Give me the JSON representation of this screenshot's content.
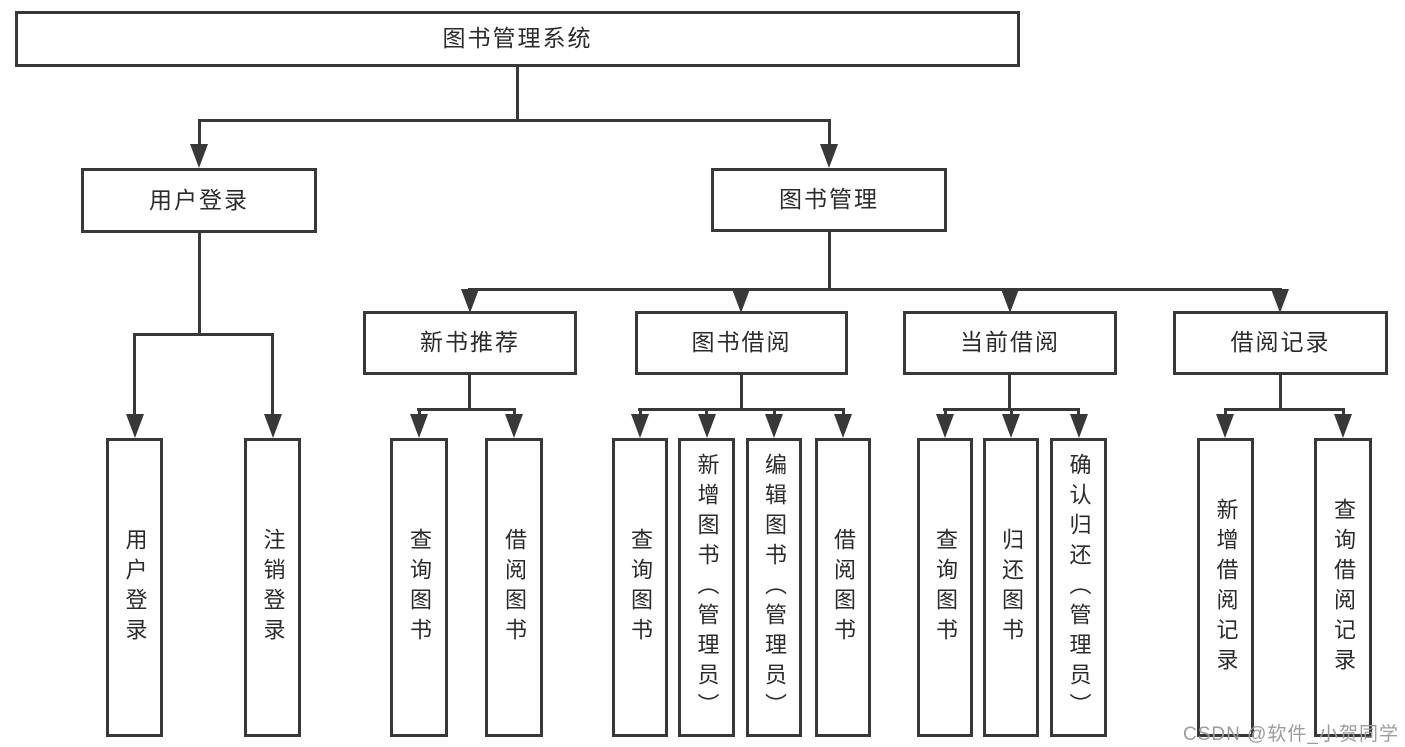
{
  "tree": {
    "root": {
      "label": "图书管理系统"
    },
    "branches": [
      {
        "label": "用户登录",
        "children": [
          {
            "label": "用户登录"
          },
          {
            "label": "注销登录"
          }
        ]
      },
      {
        "label": "图书管理",
        "children": [
          {
            "label": "新书推荐",
            "children": [
              {
                "label": "查询图书"
              },
              {
                "label": "借阅图书"
              }
            ]
          },
          {
            "label": "图书借阅",
            "children": [
              {
                "label": "查询图书"
              },
              {
                "label": "新增图书（管理员）"
              },
              {
                "label": "编辑图书（管理员）"
              },
              {
                "label": "借阅图书"
              }
            ]
          },
          {
            "label": "当前借阅",
            "children": [
              {
                "label": "查询图书"
              },
              {
                "label": "归还图书"
              },
              {
                "label": "确认归还（管理员）"
              }
            ]
          },
          {
            "label": "借阅记录",
            "children": [
              {
                "label": "新增借阅记录"
              },
              {
                "label": "查询借阅记录"
              }
            ]
          }
        ]
      }
    ]
  },
  "watermark": "CSDN @软件_小贺同学",
  "colors": {
    "line": "#383838",
    "text": "#2b2b2b",
    "watermark": "#9c9c9c",
    "bg": "#ffffff"
  }
}
